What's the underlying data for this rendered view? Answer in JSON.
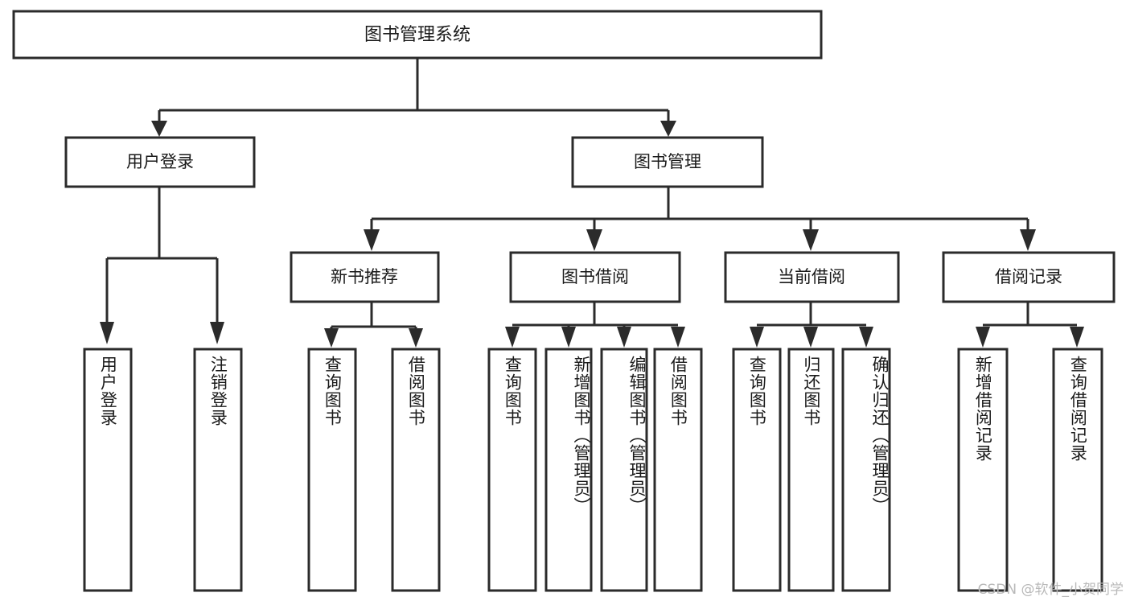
{
  "diagram": {
    "title": "图书管理系统",
    "type": "hierarchy-tree",
    "watermark": "CSDN @软件_小贺同学",
    "colors": {
      "box_stroke": "#2b2b2b",
      "box_fill": "#ffffff",
      "connector": "#2b2b2b",
      "text": "#1a1a1a",
      "watermark": "#b9b9b9",
      "background": "#ffffff"
    },
    "root": {
      "label": "图书管理系统"
    },
    "level1": [
      {
        "label": "用户登录"
      },
      {
        "label": "图书管理"
      }
    ],
    "level2": [
      {
        "label": "新书推荐"
      },
      {
        "label": "图书借阅"
      },
      {
        "label": "当前借阅"
      },
      {
        "label": "借阅记录"
      }
    ],
    "leaves": {
      "user_login": [
        {
          "label": "用户登录"
        },
        {
          "label": "注销登录"
        }
      ],
      "new_book_recommend": [
        {
          "label": "查询图书"
        },
        {
          "label": "借阅图书"
        }
      ],
      "book_borrow": [
        {
          "label": "查询图书"
        },
        {
          "label": "新增图书（管理员）"
        },
        {
          "label": "编辑图书（管理员）"
        },
        {
          "label": "借阅图书"
        }
      ],
      "current_borrow": [
        {
          "label": "查询图书"
        },
        {
          "label": "归还图书"
        },
        {
          "label": "确认归还（管理员）"
        }
      ],
      "borrow_record": [
        {
          "label": "新增借阅记录"
        },
        {
          "label": "查询借阅记录"
        }
      ]
    }
  }
}
